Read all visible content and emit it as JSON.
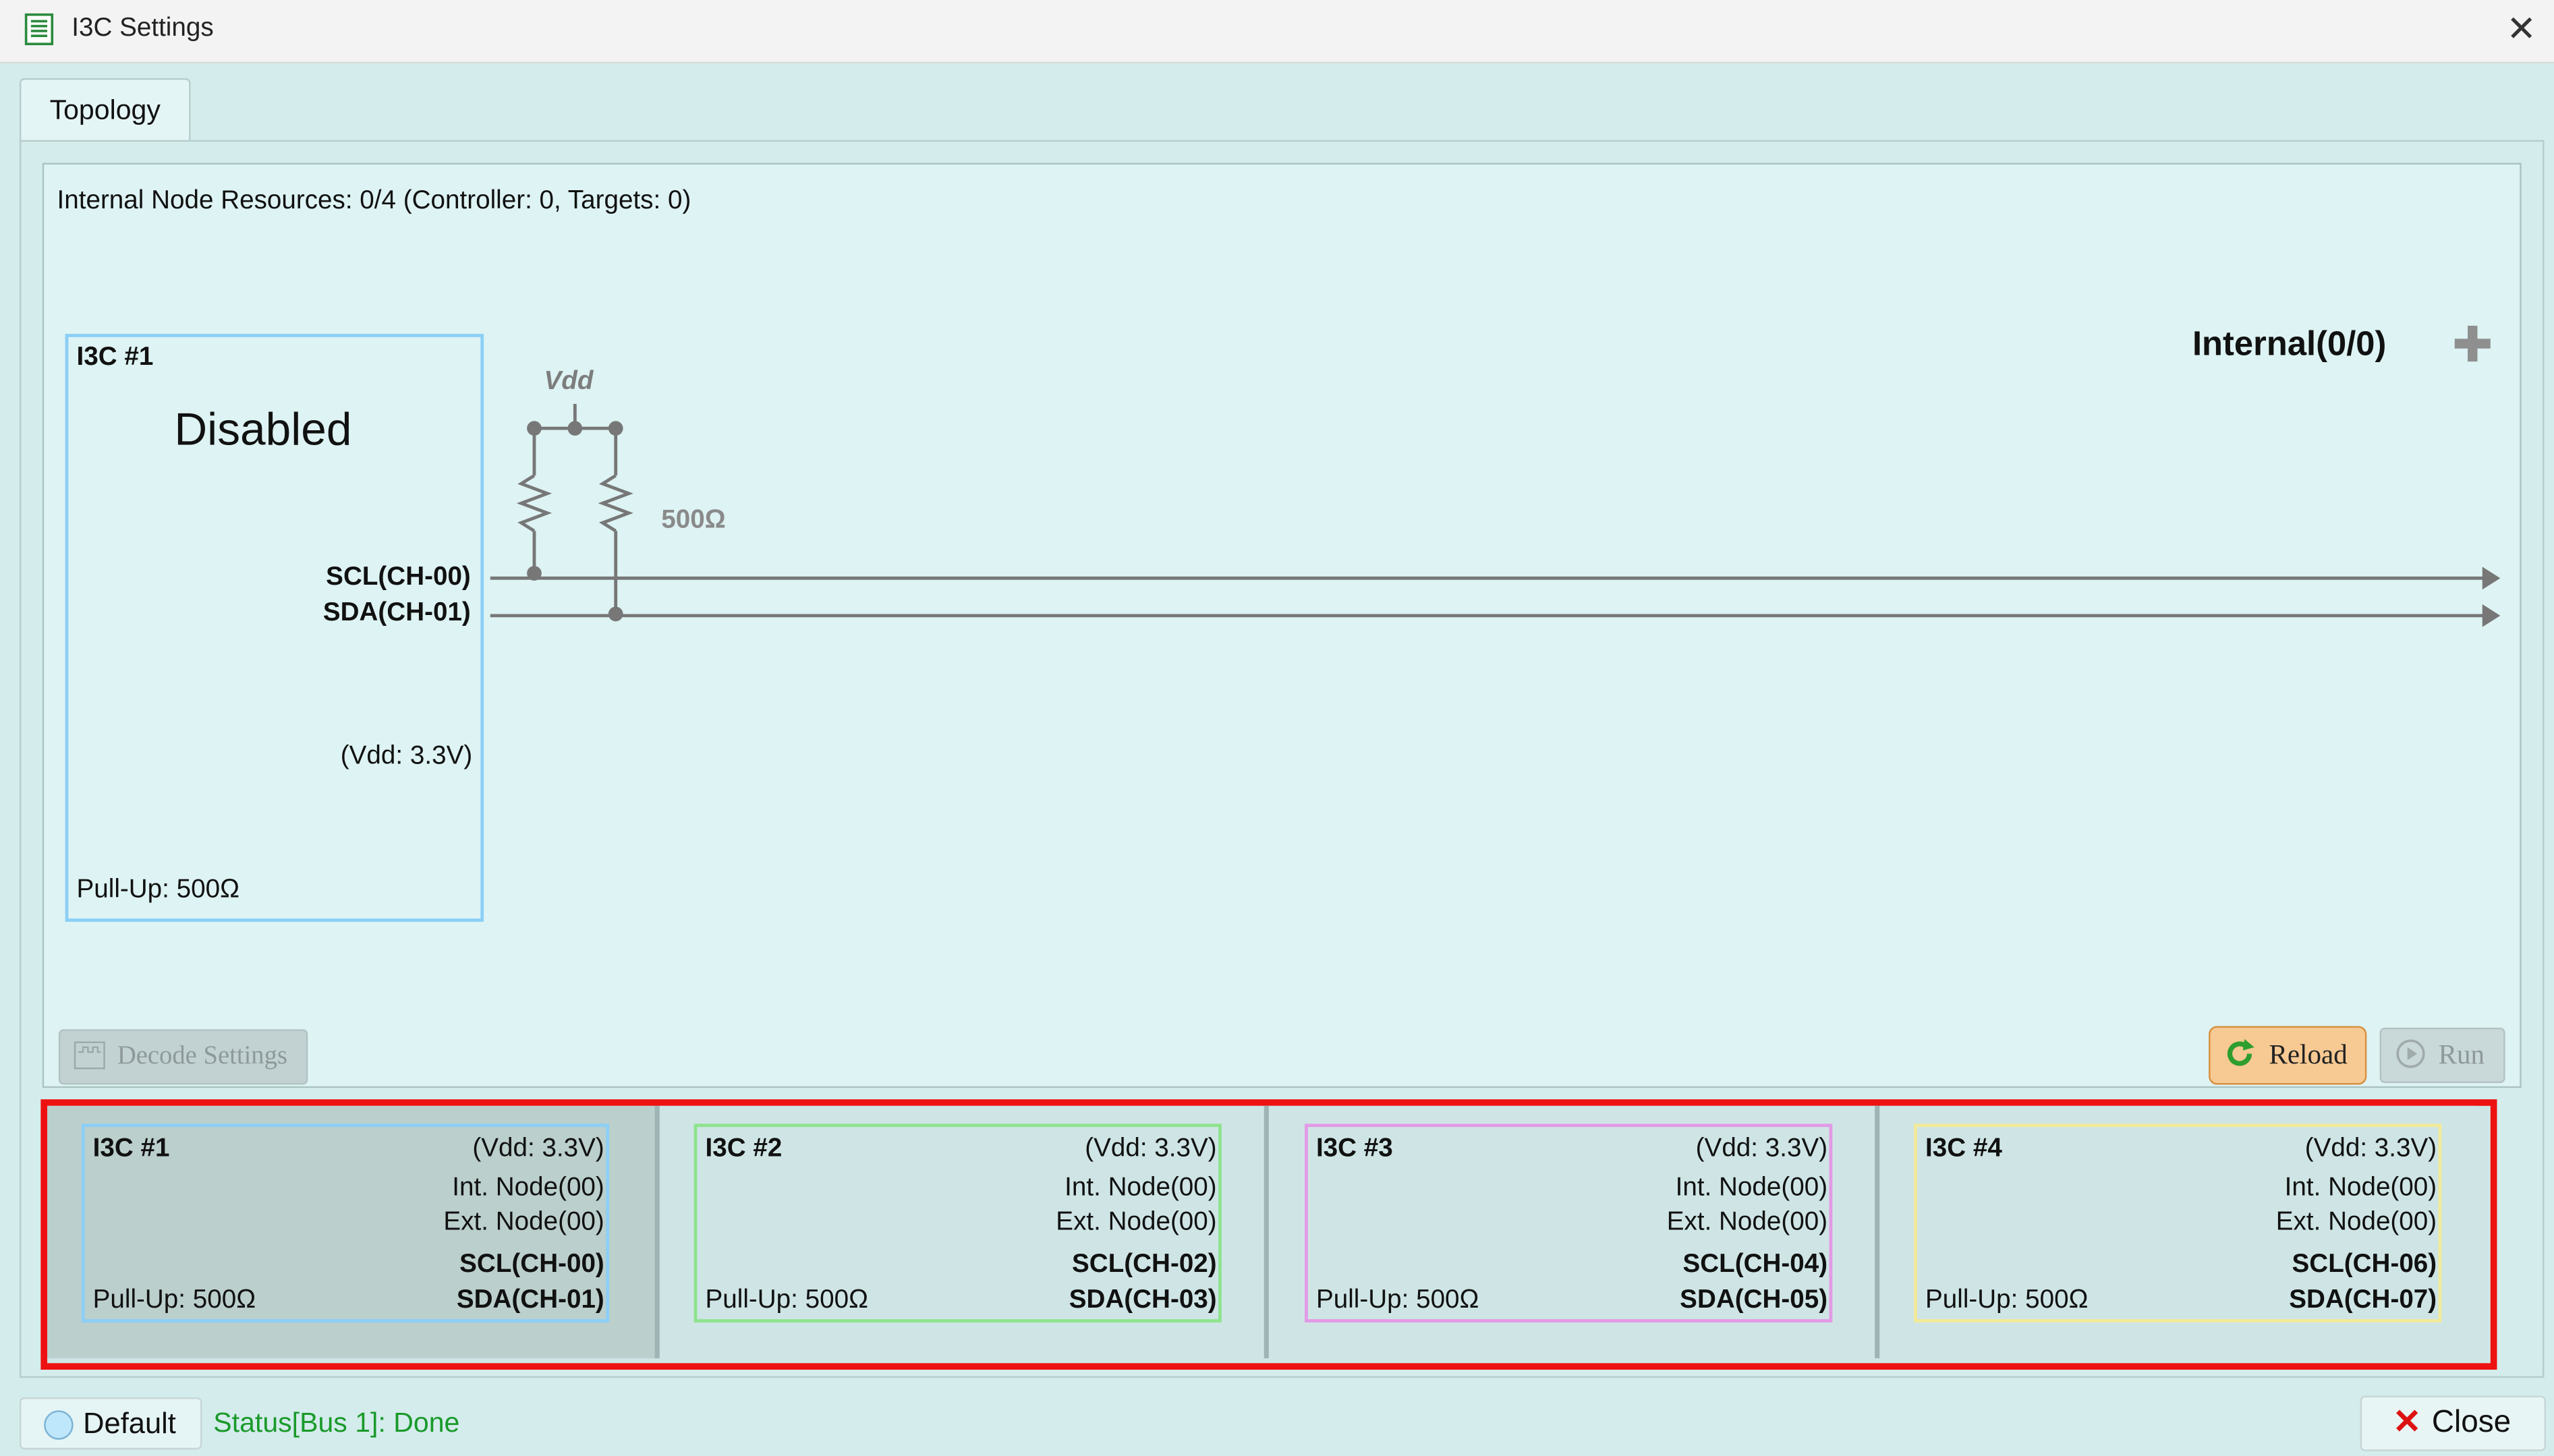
{
  "window": {
    "title": "I3C Settings",
    "icon": "spreadsheet-icon",
    "close_icon": "close-icon"
  },
  "tabs": [
    {
      "label": "Topology",
      "selected": true
    }
  ],
  "topology": {
    "resources_text": "Internal Node Resources: 0/4 (Controller: 0, Targets: 0)",
    "controller": {
      "title": "I3C #1",
      "state": "Disabled",
      "scl": "SCL(CH-00)",
      "sda": "SDA(CH-01)",
      "vdd": "(Vdd: 3.3V)",
      "pullup": "Pull-Up: 500Ω"
    },
    "vdd_label": "Vdd",
    "resistor_label": "500Ω",
    "internal_label": "Internal(0/0)",
    "add_icon": "plus-icon"
  },
  "buttons": {
    "decode": "Decode Settings",
    "reload": "Reload",
    "run": "Run"
  },
  "buses": [
    {
      "title": "I3C #1",
      "vdd": "(Vdd: 3.3V)",
      "int_node": "Int. Node(00)",
      "ext_node": "Ext. Node(00)",
      "scl": "SCL(CH-00)",
      "sda": "SDA(CH-01)",
      "pullup": "Pull-Up: 500Ω",
      "color": "#8ccff7",
      "selected": true
    },
    {
      "title": "I3C #2",
      "vdd": "(Vdd: 3.3V)",
      "int_node": "Int. Node(00)",
      "ext_node": "Ext. Node(00)",
      "scl": "SCL(CH-02)",
      "sda": "SDA(CH-03)",
      "pullup": "Pull-Up: 500Ω",
      "color": "#8ee38e",
      "selected": false
    },
    {
      "title": "I3C #3",
      "vdd": "(Vdd: 3.3V)",
      "int_node": "Int. Node(00)",
      "ext_node": "Ext. Node(00)",
      "scl": "SCL(CH-04)",
      "sda": "SDA(CH-05)",
      "pullup": "Pull-Up: 500Ω",
      "color": "#e29ae6",
      "selected": false
    },
    {
      "title": "I3C #4",
      "vdd": "(Vdd: 3.3V)",
      "int_node": "Int. Node(00)",
      "ext_node": "Ext. Node(00)",
      "scl": "SCL(CH-06)",
      "sda": "SDA(CH-07)",
      "pullup": "Pull-Up: 500Ω",
      "color": "#f2ea9a",
      "selected": false
    }
  ],
  "footer": {
    "default_label": "Default",
    "status": "Status[Bus 1]: Done",
    "close_label": "Close"
  },
  "colors": {
    "highlight": "#ee1111",
    "status_green": "#1a9a2a",
    "reload_bg": "#f7c993"
  }
}
